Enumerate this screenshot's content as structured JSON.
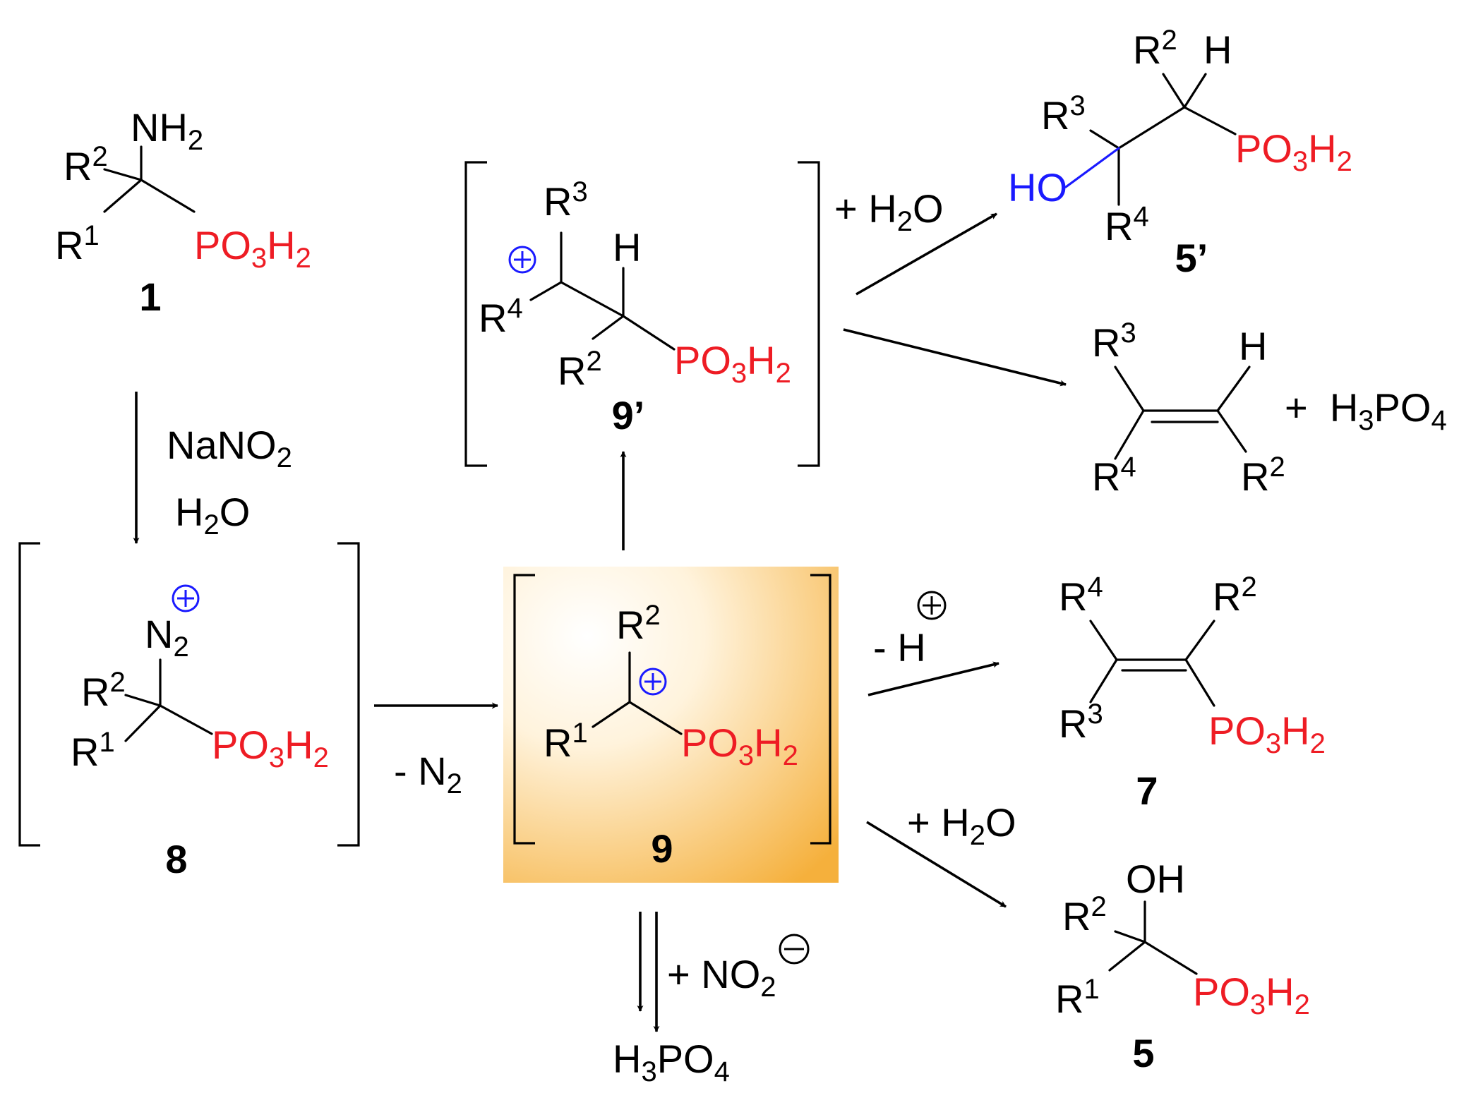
{
  "compounds": {
    "c1": {
      "number": "1",
      "nh2": "NH",
      "sub2": "2",
      "r1": "R",
      "r1n": "1",
      "r2": "R",
      "r2n": "2",
      "po": "PO",
      "po3": "3",
      "ph": "H",
      "ph2": "2"
    },
    "c8": {
      "number": "8",
      "n": "N",
      "n2": "2",
      "r1": "R",
      "r1n": "1",
      "r2": "R",
      "r2n": "2",
      "po": "PO",
      "po3": "3",
      "ph": "H",
      "ph2": "2"
    },
    "c9": {
      "number": "9",
      "r1": "R",
      "r1n": "1",
      "r2": "R",
      "r2n": "2",
      "po": "PO",
      "po3": "3",
      "ph": "H",
      "ph2": "2"
    },
    "c9p": {
      "number": "9’",
      "h": "H",
      "r2": "R",
      "r2n": "2",
      "r3": "R",
      "r3n": "3",
      "r4": "R",
      "r4n": "4",
      "po": "PO",
      "po3": "3",
      "ph": "H",
      "ph2": "2"
    },
    "c5p": {
      "number": "5’",
      "h": "H",
      "r2": "R",
      "r2n": "2",
      "r3": "R",
      "r3n": "3",
      "r4": "R",
      "r4n": "4",
      "ho": "HO",
      "po": "PO",
      "po3": "3",
      "ph": "H",
      "ph2": "2"
    },
    "alkene": {
      "h": "H",
      "r2": "R",
      "r2n": "2",
      "r3": "R",
      "r3n": "3",
      "r4": "R",
      "r4n": "4"
    },
    "c7": {
      "number": "7",
      "r2": "R",
      "r2n": "2",
      "r3": "R",
      "r3n": "3",
      "r4": "R",
      "r4n": "4",
      "po": "PO",
      "po3": "3",
      "ph": "H",
      "ph2": "2"
    },
    "c5": {
      "number": "5",
      "oh": "OH",
      "r1": "R",
      "r1n": "1",
      "r2": "R",
      "r2n": "2",
      "po": "PO",
      "po3": "3",
      "ph": "H",
      "ph2": "2"
    }
  },
  "reagents": {
    "nano2": {
      "a": "NaNO",
      "b": "2"
    },
    "h2o_1": {
      "a": "H",
      "b": "2",
      "c": "O"
    },
    "minus_n2": {
      "a": "- N",
      "b": "2"
    },
    "h2o_top": {
      "a": "+ H",
      "b": "2",
      "c": "O"
    },
    "h3po4_top": {
      "pre": "+  H",
      "b": "3",
      "c": "PO",
      "d": "4"
    },
    "minus_h": {
      "a": "- H"
    },
    "h2o_low": {
      "a": "+ H",
      "b": "2",
      "c": "O"
    },
    "nitrite": {
      "a": "+ NO",
      "b": "2"
    },
    "h3po4_bottom": {
      "a": "H",
      "b": "3",
      "c": "PO",
      "d": "4"
    }
  },
  "colors": {
    "phosphonate": "#ee1c24",
    "charge": "#1a1aff",
    "highlight_edge": "#f5b03c",
    "highlight_center": "#ffffff"
  }
}
